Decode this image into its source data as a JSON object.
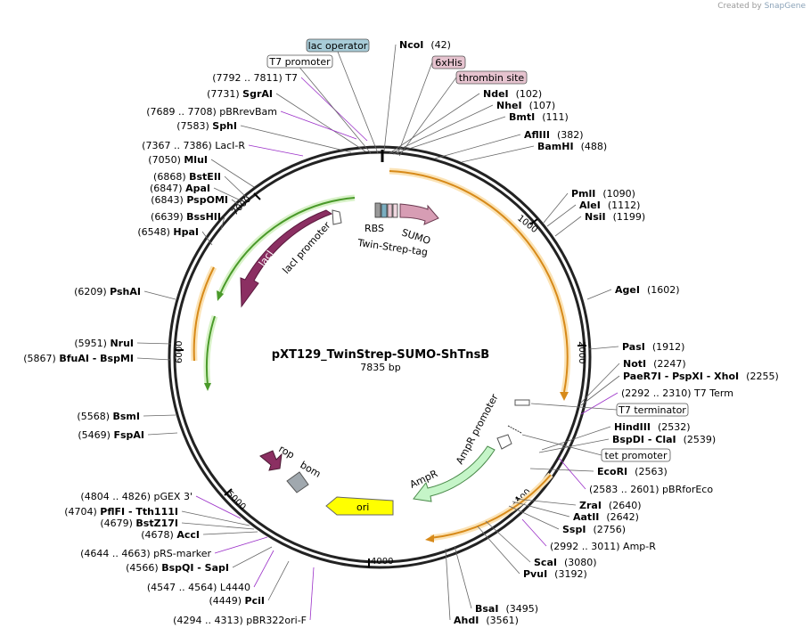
{
  "credit": {
    "prefix": "Created by",
    "brand": "SnapGene"
  },
  "title": "pXT129_TwinStrep-SUMO-ShTnsB",
  "size_label": "7835 bp",
  "ticks": [
    "1000",
    "2000",
    "3000",
    "4000",
    "5000",
    "6000",
    "7000"
  ],
  "boxed": [
    {
      "text": "lac operator",
      "color": "#a8ccd8"
    },
    {
      "text": "T7 promoter",
      "color": "#ffffff"
    },
    {
      "text": "6xHis",
      "color": "#e6c3cf"
    },
    {
      "text": "thrombin site",
      "color": "#e6c3cf"
    },
    {
      "text": "T7 terminator",
      "color": "#ffffff"
    },
    {
      "text": "tet promoter",
      "color": "#ffffff"
    }
  ],
  "right_sites": [
    {
      "name": "NcoI",
      "pos": "(42)"
    },
    {
      "name": "NdeI",
      "pos": "(102)"
    },
    {
      "name": "NheI",
      "pos": "(107)"
    },
    {
      "name": "BmtI",
      "pos": "(111)"
    },
    {
      "name": "AflIII",
      "pos": "(382)"
    },
    {
      "name": "BamHI",
      "pos": "(488)"
    },
    {
      "name": "PmlI",
      "pos": "(1090)"
    },
    {
      "name": "AleI",
      "pos": "(1112)"
    },
    {
      "name": "NsiI",
      "pos": "(1199)"
    },
    {
      "name": "AgeI",
      "pos": "(1602)"
    },
    {
      "name": "PasI",
      "pos": "(1912)"
    },
    {
      "name": "NotI",
      "pos": "(2247)"
    },
    {
      "name": "PaeR7I - PspXI - XhoI",
      "pos": "(2255)"
    },
    {
      "name": "HindIII",
      "pos": "(2532)"
    },
    {
      "name": "BspDI - ClaI",
      "pos": "(2539)"
    },
    {
      "name": "EcoRI",
      "pos": "(2563)"
    },
    {
      "name": "ZraI",
      "pos": "(2640)"
    },
    {
      "name": "AatII",
      "pos": "(2642)"
    },
    {
      "name": "SspI",
      "pos": "(2756)"
    },
    {
      "name": "ScaI",
      "pos": "(3080)"
    },
    {
      "name": "PvuI",
      "pos": "(3192)"
    },
    {
      "name": "BsaI",
      "pos": "(3495)"
    },
    {
      "name": "AhdI",
      "pos": "(3561)"
    }
  ],
  "left_sites": [
    {
      "pos": "(7731)",
      "name": "SgrAI"
    },
    {
      "pos": "(7583)",
      "name": "SphI"
    },
    {
      "pos": "(7050)",
      "name": "MluI"
    },
    {
      "pos": "(6868)",
      "name": "BstEII"
    },
    {
      "pos": "(6847)",
      "name": "ApaI"
    },
    {
      "pos": "(6843)",
      "name": "PspOMI"
    },
    {
      "pos": "(6639)",
      "name": "BssHII"
    },
    {
      "pos": "(6548)",
      "name": "HpaI"
    },
    {
      "pos": "(6209)",
      "name": "PshAI"
    },
    {
      "pos": "(5951)",
      "name": "NruI"
    },
    {
      "pos": "(5867)",
      "name": "BfuAI - BspMI"
    },
    {
      "pos": "(5568)",
      "name": "BsmI"
    },
    {
      "pos": "(5469)",
      "name": "FspAI"
    },
    {
      "pos": "(4704)",
      "name": "PflFI - Tth111I"
    },
    {
      "pos": "(4679)",
      "name": "BstZ17I"
    },
    {
      "pos": "(4678)",
      "name": "AccI"
    },
    {
      "pos": "(4566)",
      "name": "BspQI - SapI"
    },
    {
      "pos": "(4449)",
      "name": "PciI"
    }
  ],
  "primers": [
    {
      "range": "(7792 .. 7811)",
      "name": "T7"
    },
    {
      "range": "(7689 .. 7708)",
      "name": "pBRrevBam"
    },
    {
      "range": "(7367 .. 7386)",
      "name": "LacI-R"
    },
    {
      "range": "(2292 .. 2310)",
      "name": "T7 Term"
    },
    {
      "range": "(2583 .. 2601)",
      "name": "pBRforEco"
    },
    {
      "range": "(2992 .. 3011)",
      "name": "Amp-R"
    },
    {
      "range": "(4804 .. 4826)",
      "name": "pGEX 3'"
    },
    {
      "range": "(4644 .. 4663)",
      "name": "pRS-marker"
    },
    {
      "range": "(4547 .. 4564)",
      "name": "L4440"
    },
    {
      "range": "(4294 .. 4313)",
      "name": "pBR322ori-F"
    }
  ],
  "features": {
    "rbs": "RBS",
    "sumo": "SUMO",
    "twin_strep": "Twin-Strep-tag",
    "laci": "lacI",
    "laci_promoter": "lacI promoter",
    "ampr": "AmpR",
    "ampr_promoter": "AmpR promoter",
    "ori": "ori",
    "rop": "rop",
    "bom": "bom"
  },
  "colors": {
    "orf_orange": "#f5a623",
    "green": "#6cc04a",
    "laci": "#8b2f62",
    "sumo": "#d79db4",
    "ampr": "#c5f5c8",
    "ori": "#ffff00",
    "bom": "#a0a8ae",
    "primer_purple": "#9b30c8"
  }
}
